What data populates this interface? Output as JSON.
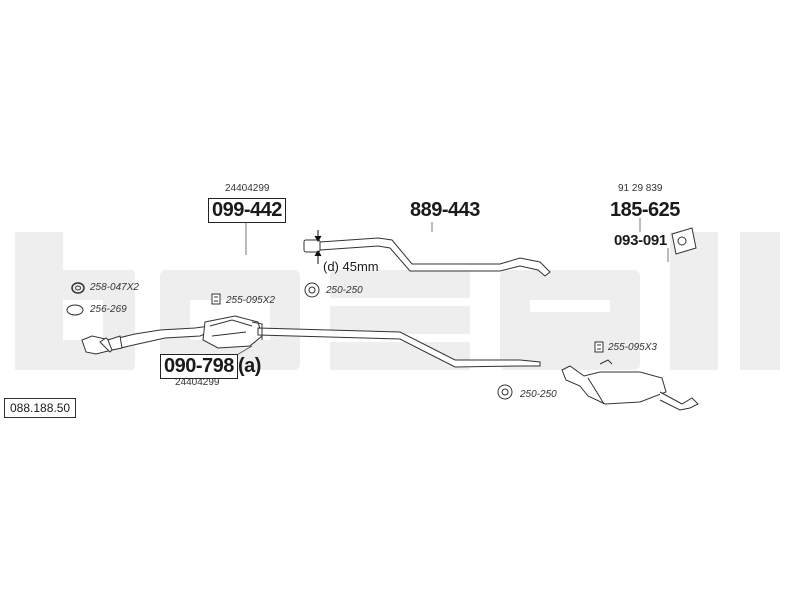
{
  "diagram_ref": "088.188.50",
  "watermark": "bosal",
  "colors": {
    "watermark": "#ececec",
    "line": "#333333"
  },
  "parts": [
    {
      "part_no": "099-442",
      "oe_ref": "24404299"
    },
    {
      "part_no": "889-443"
    },
    {
      "part_no": "185-625",
      "oe_ref": "91 29 839"
    },
    {
      "part_no": "093-091"
    },
    {
      "part_no": "090-798",
      "suffix": "(a)",
      "oe_ref": "24404299"
    }
  ],
  "accessories": [
    {
      "code": "258-047X2",
      "icon": "gasket-ring-icon"
    },
    {
      "code": "256-269",
      "icon": "gasket-oval-icon"
    },
    {
      "code": "255-095X2",
      "icon": "clamp-bolt-icon"
    },
    {
      "code": "250-250",
      "icon": "clamp-ring-icon"
    },
    {
      "code": "250-250",
      "icon": "clamp-ring-icon"
    },
    {
      "code": "255-095X3",
      "icon": "clamp-bolt-icon"
    }
  ],
  "notes": {
    "diameter": "(d) 45mm"
  }
}
